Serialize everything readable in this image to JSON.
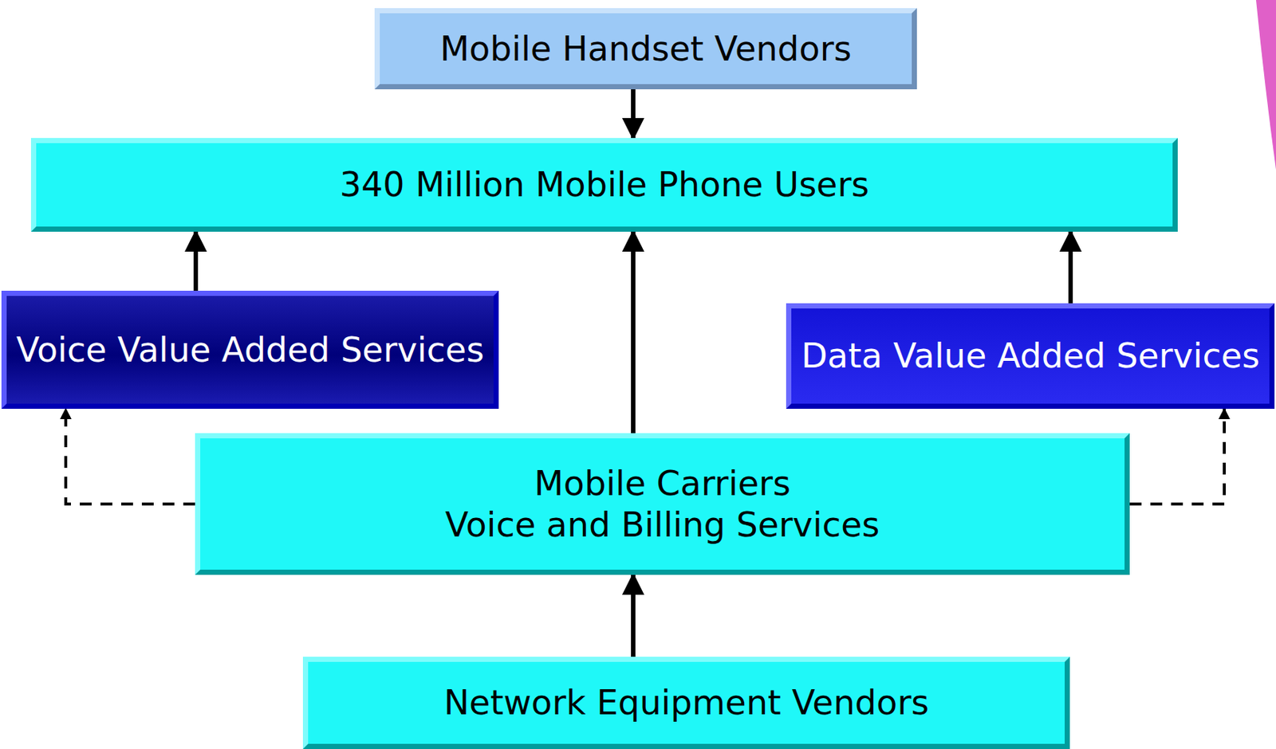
{
  "diagram": {
    "nodes": [
      {
        "text": [
          "Mobile Handset Vendors"
        ]
      },
      {
        "text": [
          "340 Million Mobile Phone Users"
        ]
      },
      {
        "text": [
          "Voice Value Added Services"
        ]
      },
      {
        "text": [
          "Data Value Added Services"
        ]
      },
      {
        "text": [
          "Mobile Carriers",
          "Voice and Billing Services"
        ]
      },
      {
        "text": [
          "Network Equipment Vendors"
        ]
      }
    ],
    "edges": [
      {
        "from": 0,
        "to": 1,
        "arrow": "to"
      },
      {
        "from": 2,
        "to": 1,
        "arrow": "to"
      },
      {
        "from": 4,
        "to": 1,
        "arrow": "to"
      },
      {
        "from": 3,
        "to": 1,
        "arrow": "to"
      },
      {
        "from": 5,
        "to": 4,
        "arrow": "to"
      },
      {
        "from": 4,
        "to": 2,
        "arrow": "to"
      },
      {
        "from": 4,
        "to": 3,
        "arrow": "to"
      }
    ]
  }
}
